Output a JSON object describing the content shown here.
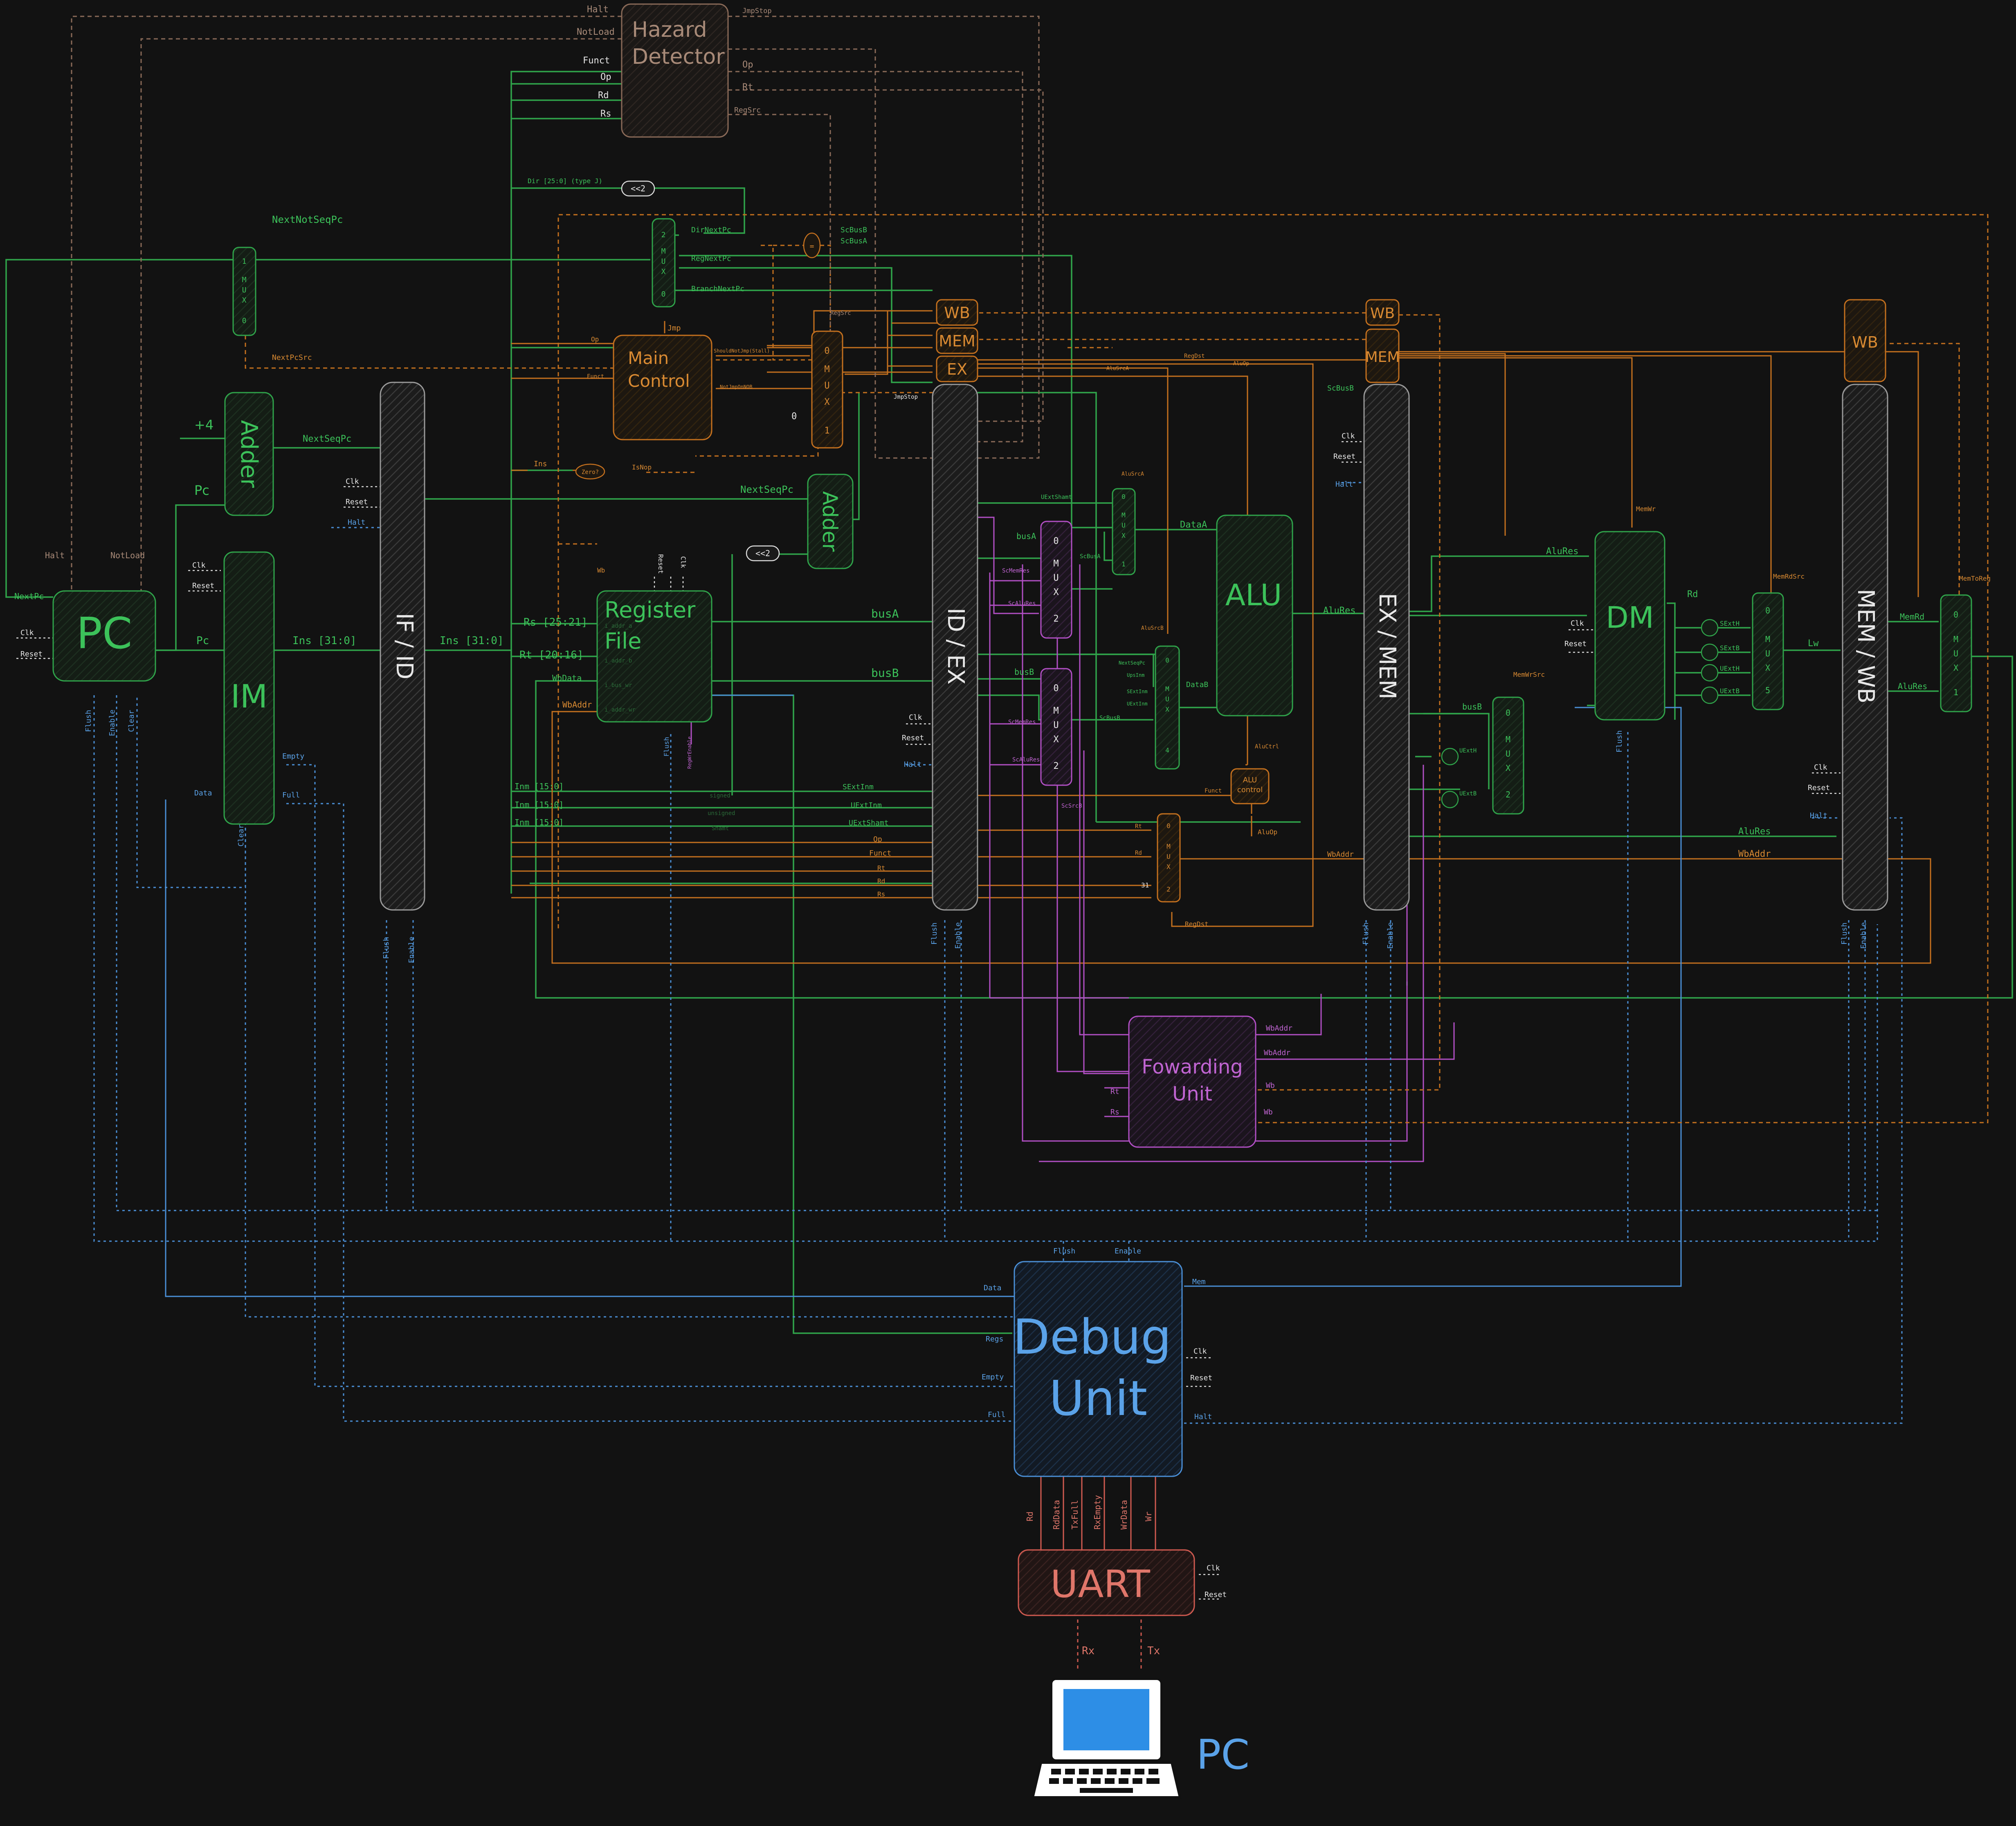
{
  "colors": {
    "background": "#121212",
    "green": "#2fa34a",
    "green_text": "#3cc25a",
    "orange": "#c4701e",
    "orange_text": "#d98a32",
    "blue": "#4a8fd6",
    "blue_text": "#5aa2e8",
    "purple": "#b14fc4",
    "purple_text": "#c064d2",
    "red": "#d05a50",
    "red_text": "#e0766a",
    "brown": "#8a6a58",
    "brown_text": "#a88a78",
    "white": "#e8e8e8",
    "gray_text": "#bbbbbb",
    "pipeline": "#9a9a9a"
  },
  "blocks": {
    "hazard": "Hazard\nDetector",
    "pc": "PC",
    "adder1": "Adder",
    "im": "IM",
    "if_id": "IF / ID",
    "main_control": "Main\nControl",
    "register_file": "Register\nFile",
    "adder2": "Adder",
    "id_ex": "ID / EX",
    "alu": "ALU",
    "alu_control": "ALU\ncontrol",
    "ex_mem": "EX / MEM",
    "dm": "DM",
    "mem_wb": "MEM / WB",
    "forwarding": "Fowarding\nUnit",
    "debug": "Debug\nUnit",
    "uart": "UART",
    "computer": "PC",
    "wb": "WB",
    "mem": "MEM",
    "ex": "EX",
    "shift2": "<<2",
    "zero": "Zero?",
    "eq": "="
  },
  "mux_letters": [
    "M",
    "U",
    "X"
  ],
  "labels": {
    "halt": "Halt",
    "notload": "NotLoad",
    "funct": "Funct",
    "op": "Op",
    "rd": "Rd",
    "rs": "Rs",
    "rt": "Rt",
    "jmpstop": "JmpStop",
    "regsrc": "RegSrc",
    "dir": "Dir [25:0] (type J)",
    "dirnextpc": "DirNextPc",
    "regnextpc": "RegNextPc",
    "branchnextpc": "BranchNextPc",
    "scbusb": "ScBusB",
    "scbusa": "ScBusA",
    "regsrc2": "RegSrc",
    "nextnotseqpc": "NextNotSeqPc",
    "nextpcsrc": "NextPcSrc",
    "jmp": "Jmp",
    "nextseqpc": "NextSeqPc",
    "plus4": "+4",
    "pc": "Pc",
    "nextpc": "NextPc",
    "clk": "Clk",
    "reset": "Reset",
    "ins": "Ins [31:0]",
    "flush": "Flush",
    "enable": "Enable",
    "clear": "Clear",
    "empty": "Empty",
    "full": "Full",
    "data": "Data",
    "ins_short": "Ins",
    "isnop": "IsNop",
    "wb_small": "Wb",
    "shouldnot": "ShouldNotJmp(Stall)",
    "notjmp": "NotJmpOnNOB",
    "zero_val": "0",
    "rs25": "Rs [25:21]",
    "rt20": "Rt [20:16]",
    "wbdata": "WbData",
    "wbaddr": "WbAddr",
    "i_addr_a": "i_addr_a",
    "i_addr_b": "i_addr_b",
    "i_bus_wr": "i_bus_wr",
    "i_addr_wr": "i_addr_wr",
    "regwrenable": "RegWrEnable",
    "inm": "Inm [15:0]",
    "sextinm": "SExtInm",
    "uextinm": "UExtInm",
    "uextshamt": "UExtShamt",
    "signed": "signed",
    "unsigned": "unsigned",
    "shamt": "Shamt",
    "busa": "busA",
    "busb": "busB",
    "scmemres": "ScMemRes",
    "scalures": "ScAluRes",
    "scsrcb": "ScSrcB",
    "alusrca": "AluSrcA",
    "alusrcb": "AluSrcB",
    "datab": "DataB",
    "dataa": "DataA",
    "nextseqpc_s": "NextSeqPc",
    "upsinm": "UpsInm",
    "aluctrl": "AluCtrl",
    "aluop": "AluOp",
    "alures": "AluRes",
    "regdst": "RegDst",
    "thirtyone": "31",
    "memwr": "MemWr",
    "memrdsrc": "MemRdSrc",
    "memwrsrc": "MemWrSrc",
    "memtoreg": "MemToReg",
    "sexth": "SExtH",
    "sextb": "SExtB",
    "uexth": "UExtH",
    "uextb": "UExtB",
    "lw": "Lw",
    "memrd": "MemRd",
    "alures2": "AluRes",
    "wbaddr2": "WbAddr",
    "wb_f": "Wb",
    "rt_f": "Rt",
    "rs_f": "Rs",
    "dbg_flush": "Flush",
    "dbg_enable": "Enable",
    "dbg_data": "Data",
    "dbg_regs": "Regs",
    "dbg_empty": "Empty",
    "dbg_full": "Full",
    "dbg_mem": "Mem",
    "dbg_clk": "Clk",
    "dbg_reset": "Reset",
    "dbg_halt": "Halt",
    "u_rd": "Rd",
    "u_rddata": "RdData",
    "u_txfull": "TxFull",
    "u_rxempty": "RxEmpty",
    "u_wrdata": "WrData",
    "u_wr": "Wr",
    "rx": "Rx",
    "tx": "Tx",
    "mux_in_2": "2",
    "mux_in_1": "1",
    "mux_in_0": "0",
    "mux_in_4": "4",
    "mux_in_5": "5"
  }
}
